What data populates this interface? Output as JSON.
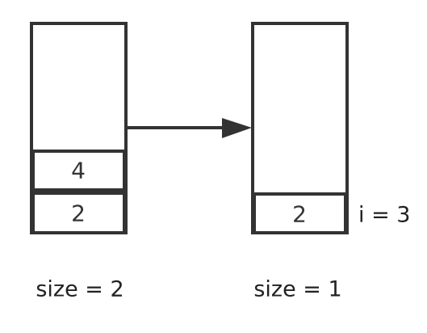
{
  "left_stack": {
    "cells": [
      {
        "value": "4"
      },
      {
        "value": "2"
      }
    ],
    "caption": "size = 2"
  },
  "right_stack": {
    "cells": [
      {
        "value": "2"
      }
    ],
    "index_label": "i = 3",
    "caption": "size = 1"
  },
  "colors": {
    "stroke": "#333333",
    "text": "#333333",
    "background": "#ffffff"
  }
}
